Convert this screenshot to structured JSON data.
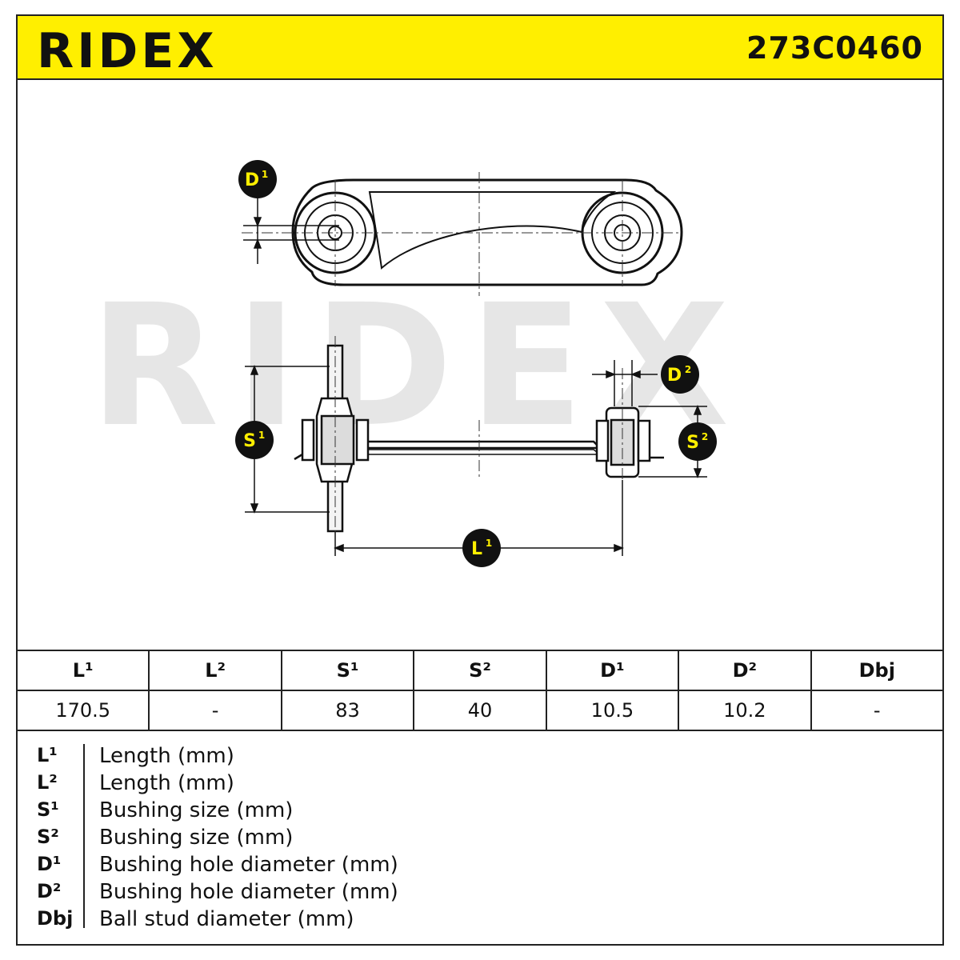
{
  "header": {
    "brand": "RIDEX",
    "part_number": "273C0460",
    "background_color": "#ffef00"
  },
  "drawing": {
    "watermark": "RIDEX",
    "callouts": {
      "d1": {
        "letter": "D",
        "index": "1"
      },
      "d2": {
        "letter": "D",
        "index": "2"
      },
      "s1": {
        "letter": "S",
        "index": "1"
      },
      "s2": {
        "letter": "S",
        "index": "2"
      },
      "l1": {
        "letter": "L",
        "index": "1"
      }
    }
  },
  "spec_table": {
    "headers": [
      "L¹",
      "L²",
      "S¹",
      "S²",
      "D¹",
      "D²",
      "Dbj"
    ],
    "values": [
      "170.5",
      "-",
      "83",
      "40",
      "10.5",
      "10.2",
      "-"
    ]
  },
  "legend": [
    {
      "code": "L¹",
      "text": "Length (mm)"
    },
    {
      "code": "L²",
      "text": "Length (mm)"
    },
    {
      "code": "S¹",
      "text": "Bushing size (mm)"
    },
    {
      "code": "S²",
      "text": "Bushing size (mm)"
    },
    {
      "code": "D¹",
      "text": "Bushing hole diameter (mm)"
    },
    {
      "code": "D²",
      "text": "Bushing hole diameter (mm)"
    },
    {
      "code": "Dbj",
      "text": "Ball stud diameter (mm)"
    }
  ]
}
